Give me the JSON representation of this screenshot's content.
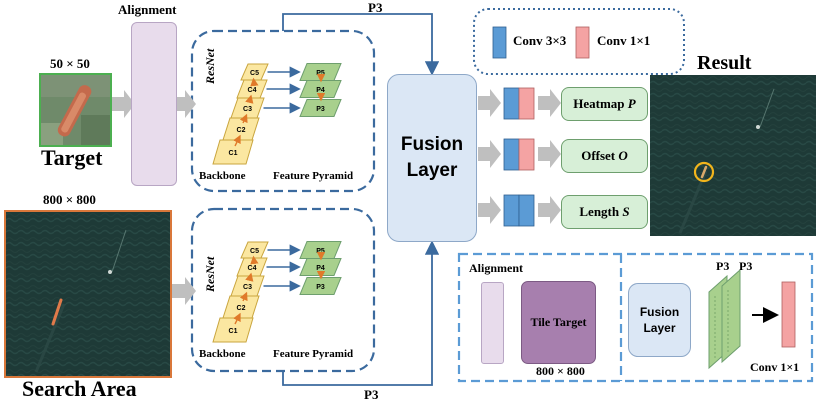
{
  "alignment_label": "Alignment",
  "p3_top": "P3",
  "p3_bottom": "P3",
  "target": {
    "size": "50 × 50",
    "label": "Target"
  },
  "search": {
    "size": "800 × 800",
    "label": "Search Area"
  },
  "backbone_top": {
    "resnet": "ResNet",
    "backbone": "Backbone",
    "pyramid": "Feature Pyramid",
    "c_levels": [
      "C1",
      "C2",
      "C3",
      "C4",
      "C5"
    ],
    "p_levels": [
      "P3",
      "P4",
      "P5"
    ]
  },
  "backbone_bottom": {
    "resnet": "ResNet",
    "backbone": "Backbone",
    "pyramid": "Feature Pyramid",
    "c_levels": [
      "C1",
      "C2",
      "C3",
      "C4",
      "C5"
    ],
    "p_levels": [
      "P3",
      "P4",
      "P5"
    ]
  },
  "fusion": {
    "line1": "Fusion",
    "line2": "Layer"
  },
  "legend": {
    "conv3": "Conv 3×3",
    "conv1": "Conv 1×1"
  },
  "heads": [
    {
      "name": "Heatmap",
      "symbol": "P"
    },
    {
      "name": "Offset",
      "symbol": "O"
    },
    {
      "name": "Length",
      "symbol": "S"
    }
  ],
  "result_label": "Result",
  "detail": {
    "alignment_label": "Alignment",
    "tile_target": "Tile Target",
    "tile_size": "800 × 800",
    "fusion_line1": "Fusion",
    "fusion_line2": "Layer",
    "p3_a": "P3",
    "p3_b": "P3",
    "conv": "Conv 1×1"
  },
  "colors": {
    "conv3": "#5b9bd5",
    "conv1": "#f4a3a3",
    "head_fill": "#d7efd7",
    "c_block": "#fbe7a1",
    "p_block": "#a8d08d",
    "dashed_border": "#3b6a9e",
    "fusion_fill": "#dbe7f5",
    "alignment_fill": "#e8dcec",
    "tile_fill": "#a77fae"
  }
}
